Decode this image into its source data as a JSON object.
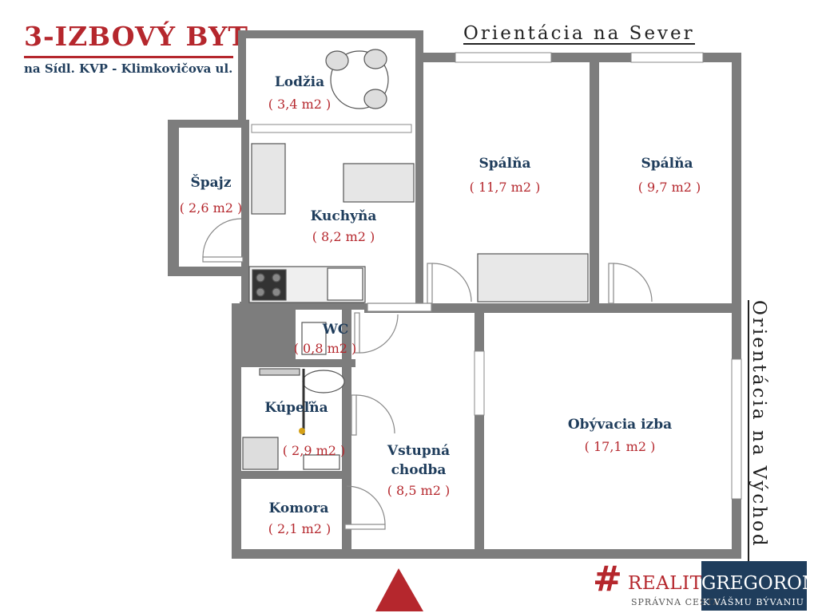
{
  "header": {
    "title": "3-IZBOVÝ BYT",
    "subtitle": "na Sídl. KVP - Klimkovičova ul."
  },
  "orientation": {
    "north": "Orientácia na Sever",
    "east": "Orientácia na Východ"
  },
  "rooms": [
    {
      "name": "Lodžia",
      "area": "( 3,4 m2 )"
    },
    {
      "name": "Špajz",
      "area": "( 2,6 m2 )"
    },
    {
      "name": "Kuchyňa",
      "area": "( 8,2 m2 )"
    },
    {
      "name": "Spálňa",
      "area": "( 11,7 m2 )"
    },
    {
      "name": "Spálňa",
      "area": "( 9,7 m2 )"
    },
    {
      "name": "WC",
      "area": "( 0,8 m2 )"
    },
    {
      "name": "Kúpeľňa",
      "area": "( 2,9 m2 )"
    },
    {
      "name": "Vstupná",
      "name2": "chodba",
      "area": "( 8,5 m2 )"
    },
    {
      "name": "Obývacia izba",
      "area": "( 17,1 m2 )"
    },
    {
      "name": "Komora",
      "area": "( 2,1 m2 )"
    }
  ],
  "logo": {
    "symbol": "#",
    "part1": "REALITYS",
    "part2": "GREGOROM",
    "tagline1": "SPRÁVNA CESTA",
    "tagline2": "K VÁŠMU BÝVANIU"
  },
  "colors": {
    "accent": "#b5272d",
    "navy": "#1f3d5c",
    "wall": "#7d7d7d"
  }
}
